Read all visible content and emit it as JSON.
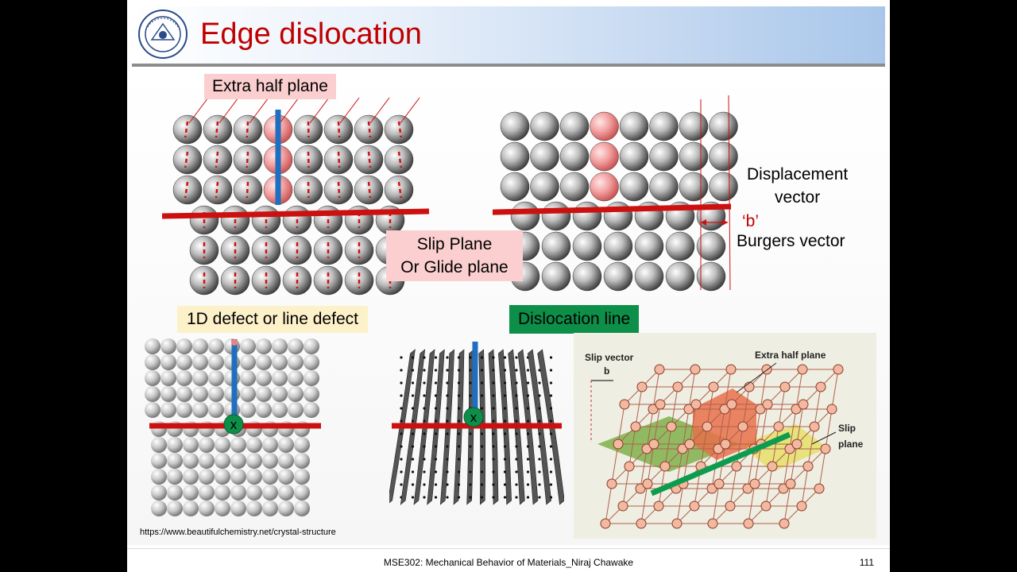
{
  "slide": {
    "title": "Edge dislocation",
    "labels": {
      "extra_half_plane": "Extra half plane",
      "displacement_vector_line1": "Displacement",
      "displacement_vector_line2": "vector",
      "b_label": "‘b’",
      "burgers_vector": "Burgers vector",
      "slip_plane_line1": "Slip Plane",
      "slip_plane_line2": "Or Glide plane",
      "line_defect": "1D defect or line defect",
      "dislocation_line": "Dislocation line"
    },
    "diagram_3d": {
      "slip_vector": "Slip vector",
      "b": "b",
      "extra_half_plane": "Extra half plane",
      "slip_line1": "Slip",
      "slip_line2": "plane"
    },
    "x_marker": "x",
    "source_url": "https://www.beautifulchemistry.net/crystal-structure",
    "footer": "MSE302: Mechanical Behavior of Materials_Niraj Chawake",
    "page_number": "111"
  },
  "colors": {
    "title_red": "#c00000",
    "pink_label_bg": "#fbcfcf",
    "cream_label_bg": "#fdf1c9",
    "green_label_bg": "#0d8f4a",
    "slip_plane_red": "#cc1010",
    "half_plane_blue": "#1f6fc0",
    "header_gradient_end": "#a9c6ea"
  }
}
